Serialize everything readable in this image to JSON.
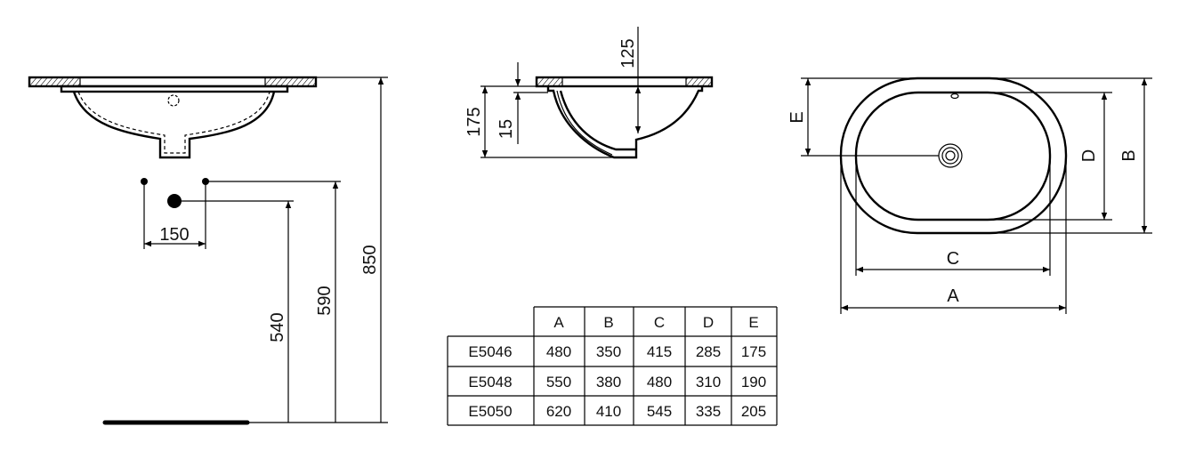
{
  "side_view": {
    "d150": "150",
    "d540": "540",
    "d590": "590",
    "d850": "850"
  },
  "section_view": {
    "d125": "125",
    "d175": "175",
    "d15": "15"
  },
  "top_view": {
    "A": "A",
    "B": "B",
    "C": "C",
    "D": "D",
    "E": "E"
  },
  "table": {
    "headers": [
      "",
      "A",
      "B",
      "C",
      "D",
      "E"
    ],
    "rows": [
      [
        "E5046",
        "480",
        "350",
        "415",
        "285",
        "175"
      ],
      [
        "E5048",
        "550",
        "380",
        "480",
        "310",
        "190"
      ],
      [
        "E5050",
        "620",
        "410",
        "545",
        "335",
        "205"
      ]
    ]
  }
}
